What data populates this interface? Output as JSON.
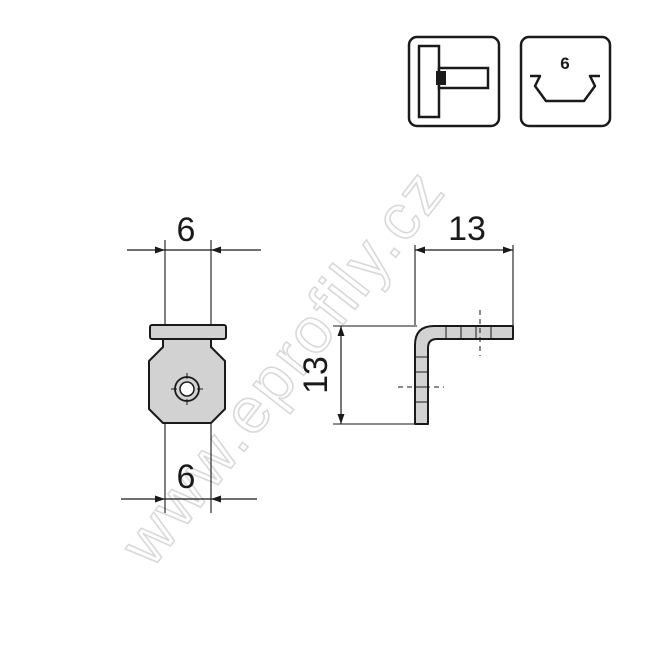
{
  "badges": {
    "profile_slot_value": "6"
  },
  "front_view": {
    "top_width_label": "6",
    "bottom_width_label": "6"
  },
  "side_view": {
    "horizontal_label": "13",
    "vertical_label": "13"
  },
  "watermark": {
    "text": "www.eprofily.cz"
  },
  "colors": {
    "line": "#1a1a1a",
    "part_fill": "#d2d2d2",
    "watermark": "#d9d9d9"
  }
}
